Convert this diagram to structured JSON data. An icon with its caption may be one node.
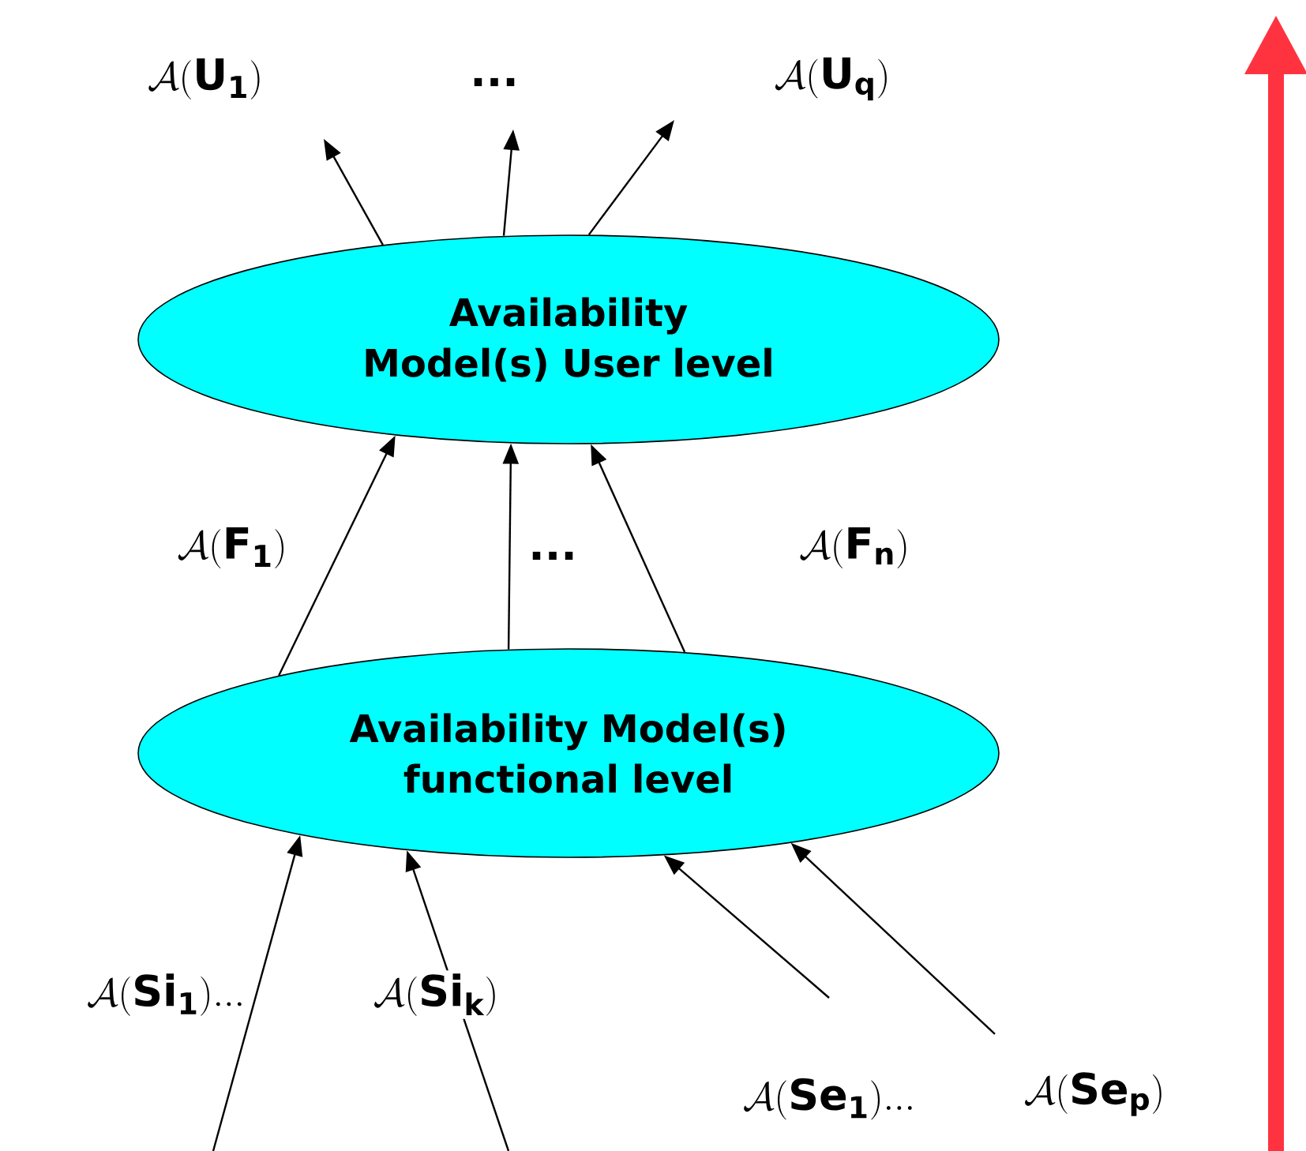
{
  "diagram": {
    "nodes": [
      {
        "text": [
          "Availability Model(s) User level"
        ]
      },
      {
        "text": [
          "Availability Model(s) functional level"
        ]
      }
    ],
    "edges": [
      {
        "from": 0,
        "to": null,
        "arrow": "to"
      },
      {
        "from": 0,
        "to": null,
        "arrow": "to"
      },
      {
        "from": 0,
        "to": null,
        "arrow": "to"
      },
      {
        "from": 1,
        "to": 0,
        "arrow": "to"
      },
      {
        "from": 1,
        "to": 0,
        "arrow": "to"
      },
      {
        "from": 1,
        "to": 0,
        "arrow": "to"
      },
      {
        "from": null,
        "to": 1,
        "arrow": "to"
      },
      {
        "from": null,
        "to": 1,
        "arrow": "to"
      },
      {
        "from": null,
        "to": 1,
        "arrow": "to"
      },
      {
        "from": null,
        "to": 1,
        "arrow": "to"
      }
    ],
    "labels": [
      "\\mathcal{A}(\\mathbf{U}_{\\mathbf{1}})",
      "...",
      "\\mathcal{A}(\\mathbf{U}_{\\mathbf{q}})",
      "\\mathcal{A}(\\mathbf{F}_{\\mathbf{1}})",
      "...",
      "\\mathcal{A}(\\mathbf{F}_{\\mathbf{n}})",
      "\\mathcal{A}(\\mathbf{Si}_{\\mathbf{1}})\\mathbf{...}",
      "\\mathcal{A}(\\mathbf{Si}_{\\mathbf{k}})",
      "\\mathcal{A}(\\mathbf{Se}_{\\mathbf{1}})\\mathbf{...}",
      "\\mathcal{A}(\\mathbf{Se}_{\\mathbf{p}})"
    ]
  }
}
